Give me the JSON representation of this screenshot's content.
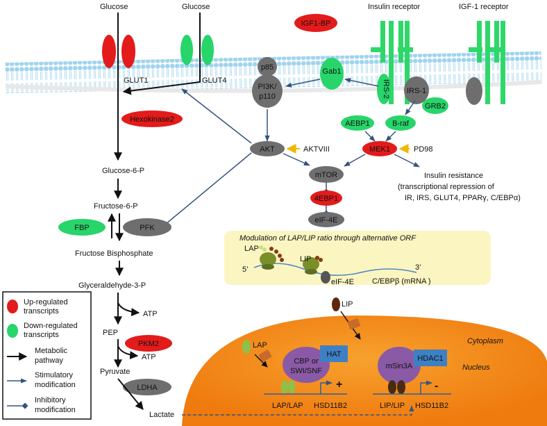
{
  "top_labels": {
    "glucose_left": "Glucose",
    "glucose_right": "Glucose",
    "insulin_receptor": "Insulin receptor",
    "igf1_receptor": "IGF-1 receptor"
  },
  "membrane": {
    "glut1": "GLUT1",
    "glut4": "GLUT4",
    "igf1_bp": "IGF1-BP",
    "irs2": "IRS-2",
    "irs1": "IRS-1",
    "grb2": "GRB2",
    "gab1": "Gab1",
    "p85": "p85",
    "pi3k": "PI3K/",
    "p110": "p110"
  },
  "signaling": {
    "hexokinase2": "Hexokinase2",
    "akt": "AKT",
    "aktviii": "AKTVIII",
    "aebp1": "AEBP1",
    "braf": "B-raf",
    "mek1": "MEK1",
    "pd98": "PD98",
    "mtor": "mTOR",
    "ebp1": "4EBP1",
    "eif4e": "eIF-4E",
    "insulin_resistance": "Insulin resistance",
    "repression_line1": "(transcriptional repression of",
    "repression_line2": "IR, IRS, GLUT4, PPARγ, C/EBPα)"
  },
  "glycolysis": {
    "glucose6p": "Glucose-6-P",
    "fructose6p": "Fructose-6-P",
    "fbp": "FBP",
    "pfk": "PFK",
    "fructose_bp": "Fructose Bisphosphate",
    "glyceraldehyde": "Glyceraldehyde-3-P",
    "atp1": "ATP",
    "pep": "PEP",
    "pkm2": "PKM2",
    "atp2": "ATP",
    "pyruvate": "Pyruvate",
    "ldha": "LDHA",
    "lactate": "Lactate"
  },
  "translation_box": {
    "title": "Modulation of LAP/LIP ratio through alternative ORF",
    "lap": "LAP",
    "lip": "LIP",
    "five_prime": "5’",
    "three_prime": "3’",
    "eif4e": "eIF-4E",
    "mrna": "C/EBPβ (mRNA )"
  },
  "nucleus": {
    "lap_free": "LAP",
    "lip_free": "LIP",
    "cytoplasm": "Cytoplasm",
    "nucleus": "Nucleus",
    "cbp": "CBP or",
    "swi": "SWI/SNF",
    "hat": "HAT",
    "msin3a": "mSin3A",
    "hdac1": "HDAC1",
    "plus": "+",
    "minus": "-",
    "lap_lap": "LAP/LAP",
    "hsd1": "HSD11B2",
    "lip_lip": "LIP/LIP",
    "hsd2": "HSD11B2"
  },
  "legend": {
    "up": [
      "Up-regulated",
      "transcripts"
    ],
    "down": [
      "Down-regulated",
      "transcripts"
    ],
    "metabolic": [
      "Metabolic",
      "pathway"
    ],
    "stimulatory": [
      "Stimulatory",
      "modification"
    ],
    "inhibitory": [
      "Inhibitory",
      "modification"
    ]
  },
  "colors": {
    "up": "#e31b1b",
    "down": "#27d56a",
    "gray": "#6e6e6e",
    "blue": "#2f4f7f",
    "nucleus": "#f07d12",
    "box": "#fbf5c2"
  }
}
